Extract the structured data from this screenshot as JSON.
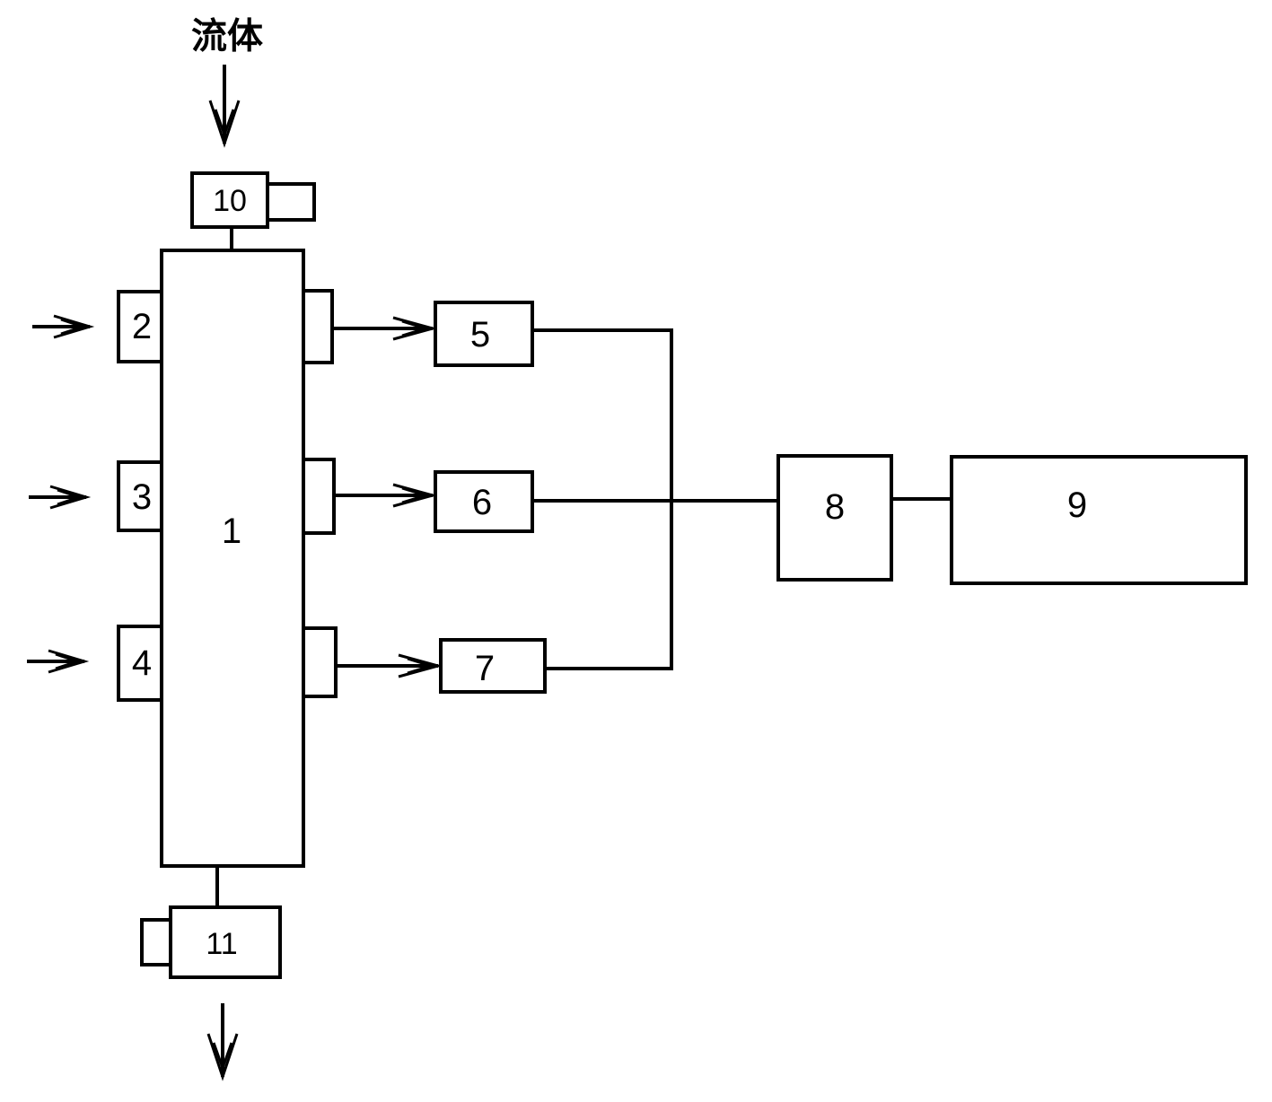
{
  "diagram": {
    "inlet_label": "流体",
    "blocks": {
      "b1": "1",
      "b2": "2",
      "b3": "3",
      "b4": "4",
      "b5": "5",
      "b6": "6",
      "b7": "7",
      "b8": "8",
      "b9": "9",
      "b10": "10",
      "b11": "11"
    },
    "line_color": "#000000",
    "background_color": "#ffffff"
  }
}
